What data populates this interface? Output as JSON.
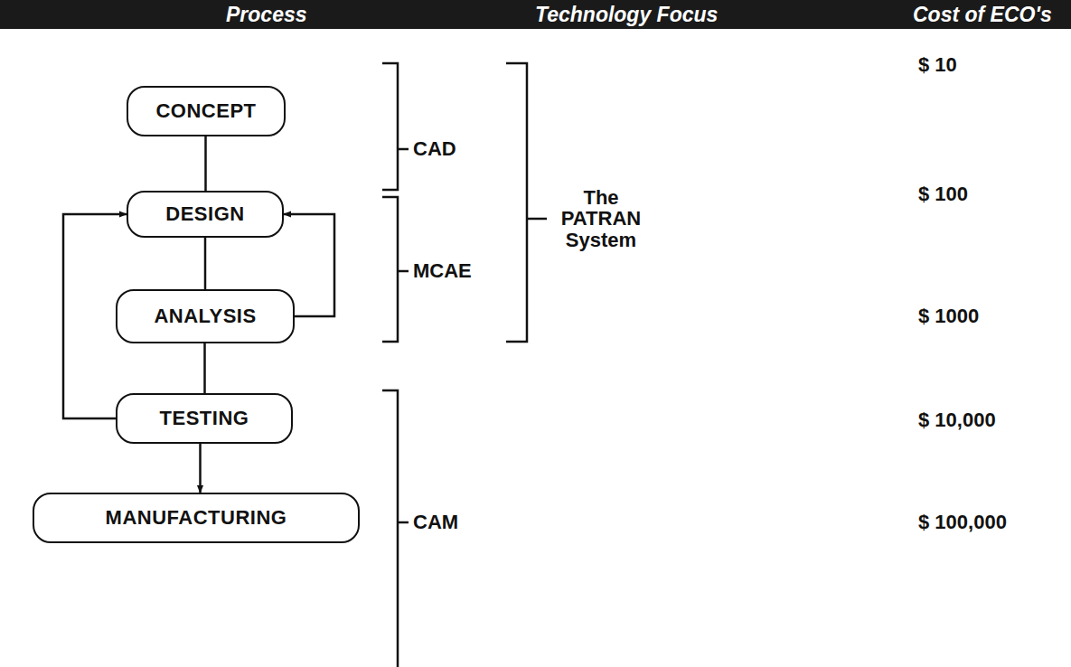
{
  "diagram": {
    "nodes": [
      {
        "text": [
          "CONCEPT"
        ]
      },
      {
        "text": [
          "DESIGN"
        ]
      },
      {
        "text": [
          "ANALYSIS"
        ]
      },
      {
        "text": [
          "TESTING"
        ]
      },
      {
        "text": [
          "MANUFACTURING"
        ]
      }
    ],
    "edges": [
      {
        "from": 0,
        "to": 1,
        "arrow": "none"
      },
      {
        "from": 1,
        "to": 2,
        "arrow": "none"
      },
      {
        "from": 2,
        "to": 3,
        "arrow": "none"
      },
      {
        "from": 3,
        "to": 4,
        "arrow": "to"
      },
      {
        "from": 3,
        "to": 1,
        "arrow": "to"
      },
      {
        "from": 2,
        "to": 1,
        "arrow": "to"
      }
    ],
    "labels": [
      "Process",
      "Technology Focus",
      "Cost of ECO's",
      "CAD",
      "MCAE",
      "The PATRAN System",
      "CAM",
      "$ 10",
      "$ 100",
      "$ 1000",
      "$ 10,000",
      "$ 100,000"
    ]
  }
}
